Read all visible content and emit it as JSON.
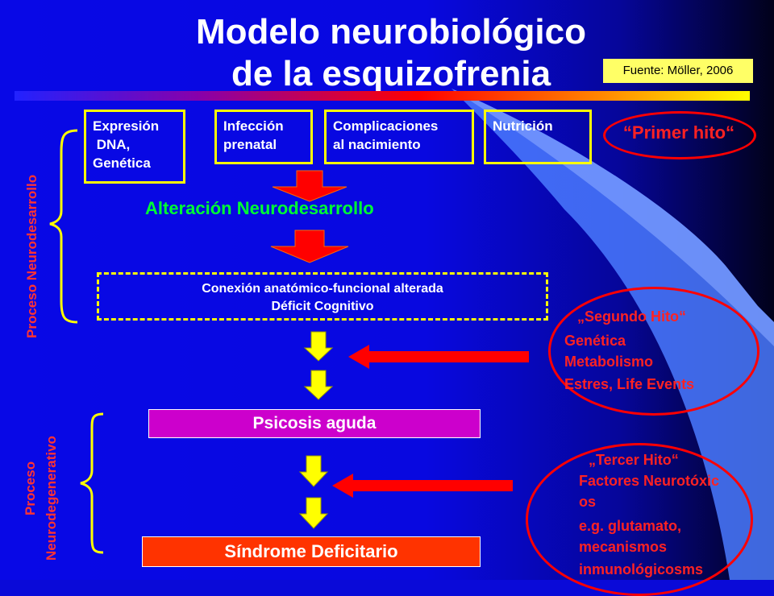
{
  "title_line1": "Modelo neurobiológico",
  "title_line2": "de la esquizofrenia",
  "source": "Fuente: Möller, 2006",
  "boxes": [
    {
      "lines": [
        "Expresión",
        " DNA,",
        "Genética"
      ]
    },
    {
      "lines": [
        "Infección",
        "prenatal"
      ]
    },
    {
      "lines": [
        "Complicaciones",
        "al nacimiento"
      ]
    },
    {
      "lines": [
        "Nutrición"
      ]
    }
  ],
  "primer_hito": "“Primer hito“",
  "alteracion": "Alteración Neurodesarrollo",
  "conexion_line1": "Conexión  anatómico-funcional alterada",
  "conexion_line2": "Déficit Cognitivo",
  "segundo_hito": {
    "title": "„Segundo Hito“",
    "lines": [
      "Genética",
      "Metabolismo",
      "Estres, Life Events"
    ]
  },
  "psicosis": "Psicosis aguda",
  "tercer_hito": {
    "title": "„Tercer Hito“",
    "lines": [
      "Factores Neurotóxic",
      "os",
      "e.g. glutamato,",
      "mecanismos",
      "inmunológicosms"
    ]
  },
  "sindrome": "Síndrome Deficitario",
  "proceso_neurodesarrollo": "Proceso Neurodesarrollo",
  "proceso_neurodegenerativo_1": "Proceso",
  "proceso_neurodegenerativo_2": "Neurodegenerativo",
  "colors": {
    "yellow": "#ffff00",
    "red": "#ff0000",
    "green": "#00ff33",
    "magenta": "#cc00cc",
    "orange": "#ff3300"
  }
}
